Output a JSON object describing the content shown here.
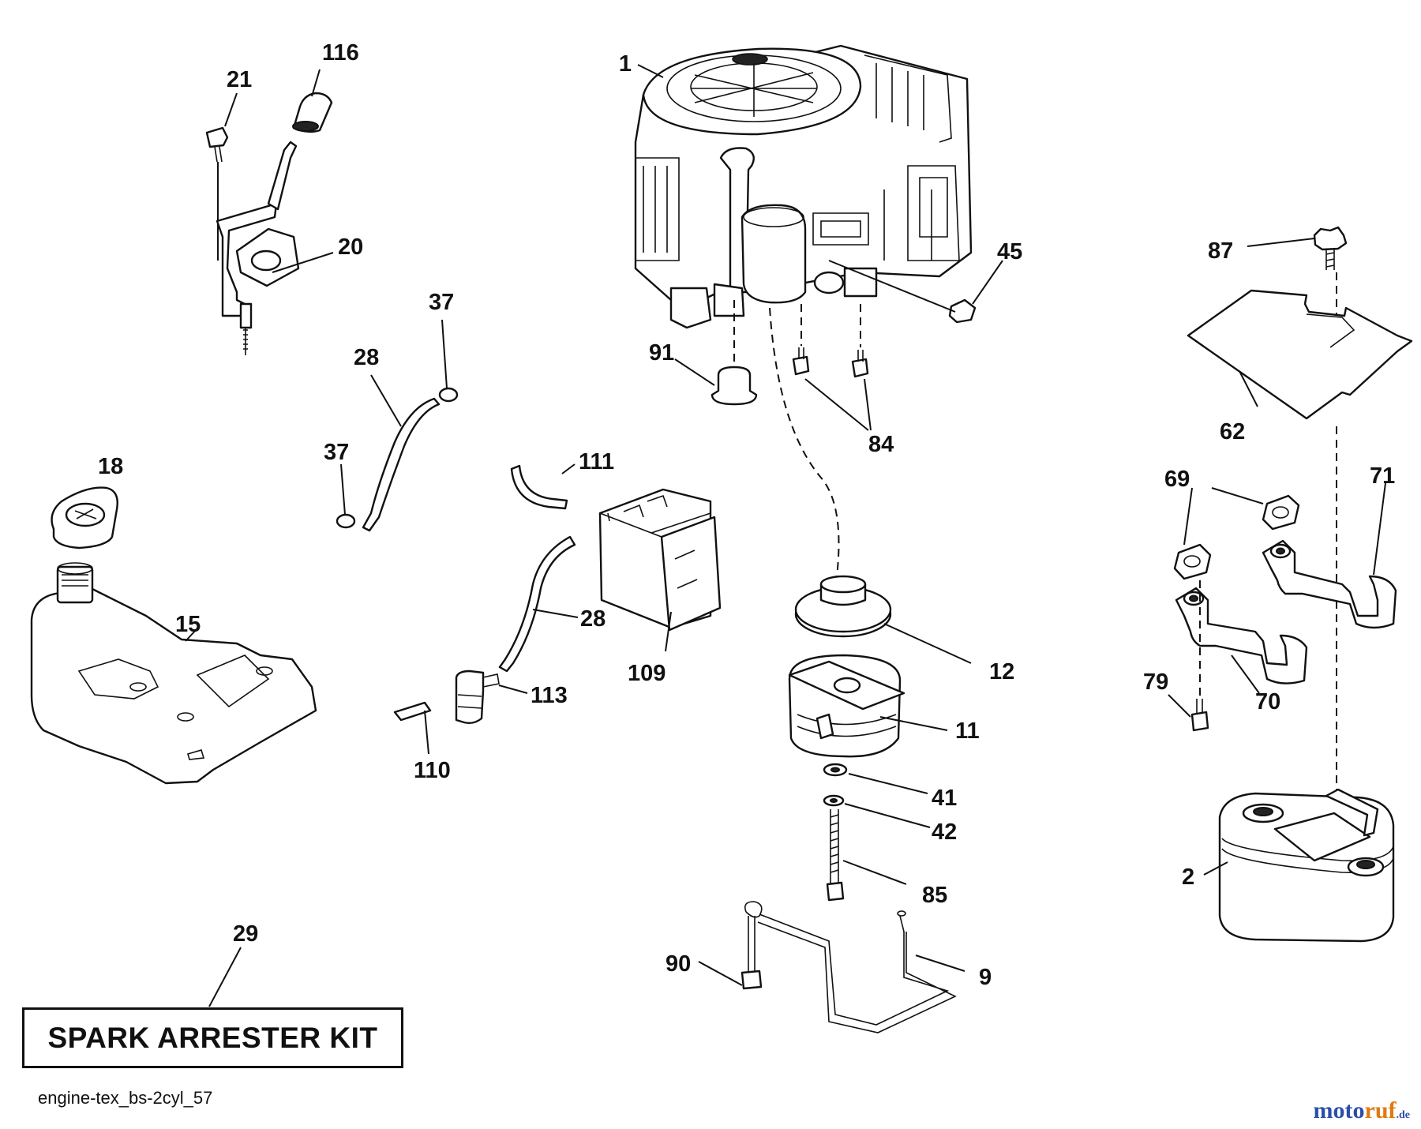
{
  "callouts": {
    "c1": "1",
    "c116": "116",
    "c21": "21",
    "c20": "20",
    "c45": "45",
    "c87": "87",
    "c37a": "37",
    "c28a": "28",
    "c91": "91",
    "c84": "84",
    "c62": "62",
    "c37b": "37",
    "c111": "111",
    "c18": "18",
    "c69": "69",
    "c71": "71",
    "c28b": "28",
    "c15": "15",
    "c109": "109",
    "c12": "12",
    "c113": "113",
    "c79": "79",
    "c70": "70",
    "c11": "11",
    "c110": "110",
    "c41": "41",
    "c42": "42",
    "c2": "2",
    "c85": "85",
    "c29": "29",
    "c90": "90",
    "c9": "9"
  },
  "kit_label": "SPARK ARRESTER KIT",
  "caption": "engine-tex_bs-2cyl_57",
  "watermark": {
    "main": "moto",
    "accent": "ruf",
    "suffix": ".de"
  }
}
